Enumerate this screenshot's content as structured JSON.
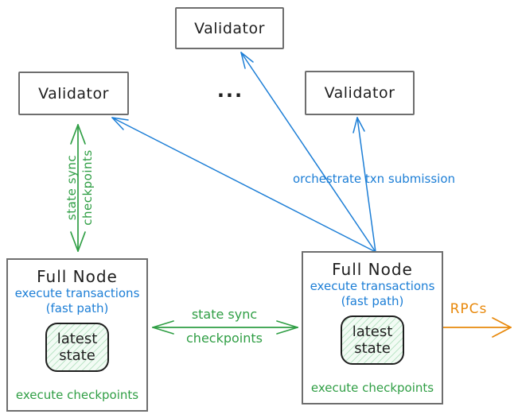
{
  "colors": {
    "green": "#2f9e44",
    "blue": "#1c7ed6",
    "orange": "#e8890c",
    "box-border": "#6e6e6e",
    "ink": "#1e1e1e",
    "state-fill": "#f2fbf4",
    "state-hatch": "#bde5c8"
  },
  "validators": {
    "left": "Validator",
    "top": "Validator",
    "right": "Validator",
    "ellipsis": "..."
  },
  "full_nodes": {
    "left": {
      "title": "Full Node",
      "exec_line1": "execute transactions",
      "exec_line2": "(fast path)",
      "state_line1": "latest",
      "state_line2": "state",
      "checkpoints": "execute checkpoints"
    },
    "right": {
      "title": "Full Node",
      "exec_line1": "execute transactions",
      "exec_line2": "(fast path)",
      "state_line1": "latest",
      "state_line2": "state",
      "checkpoints": "execute checkpoints"
    }
  },
  "edge_labels": {
    "state_sync_vertical_line1": "state sync",
    "state_sync_vertical_line2": "checkpoints",
    "state_sync_horizontal_line1": "state sync",
    "state_sync_horizontal_line2": "checkpoints",
    "orchestrate": "orchestrate txn submission",
    "rpcs": "RPCs"
  }
}
